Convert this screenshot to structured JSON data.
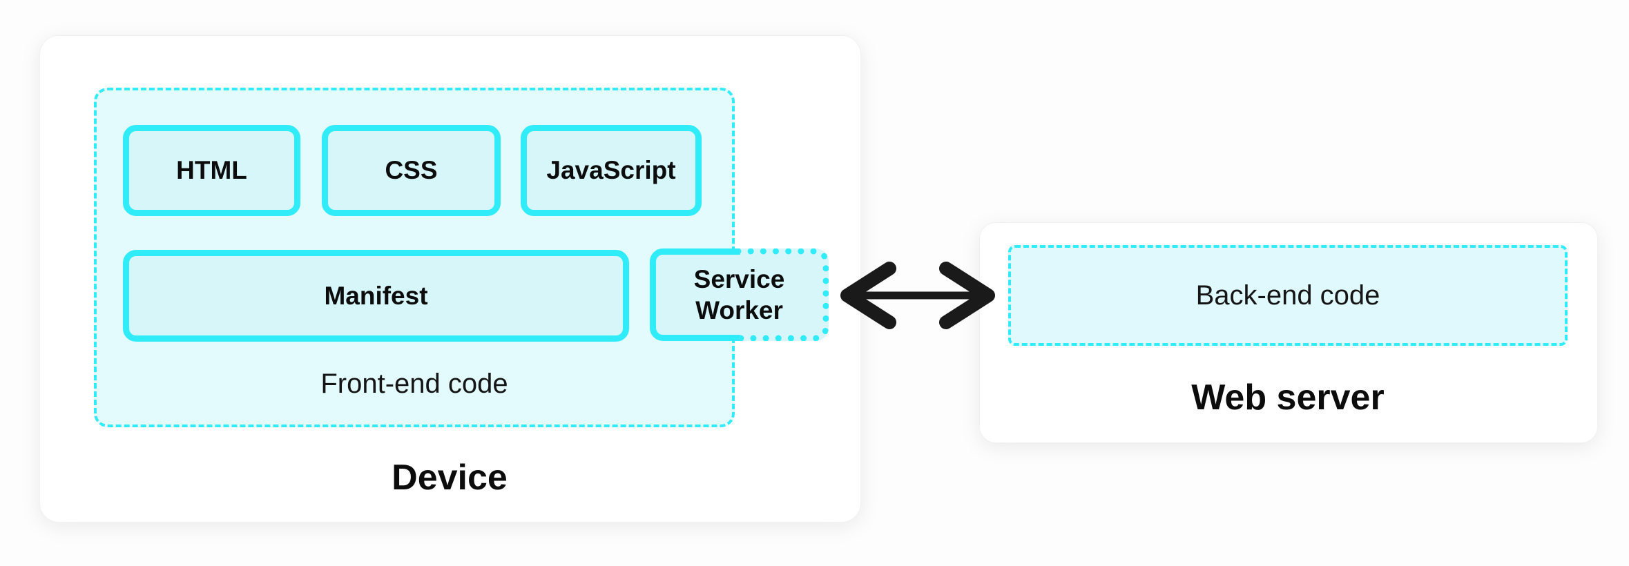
{
  "colors": {
    "accent_cyan": "#30ebf8",
    "box_fill": "#d6f6fa",
    "frontend_fill": "#e4fbfd",
    "backend_fill": "#dff9fc",
    "card_background": "#ffffff",
    "text": "#0c0c0c",
    "arrow": "#1a1a1a"
  },
  "device": {
    "title": "Device",
    "frontend": {
      "label": "Front-end code",
      "boxes": {
        "html": "HTML",
        "css": "CSS",
        "javascript": "JavaScript",
        "manifest": "Manifest",
        "service_worker": "Service Worker"
      }
    }
  },
  "connection": {
    "icon": "double-headed-arrow"
  },
  "webserver": {
    "title": "Web server",
    "backend": {
      "label": "Back-end code"
    }
  }
}
